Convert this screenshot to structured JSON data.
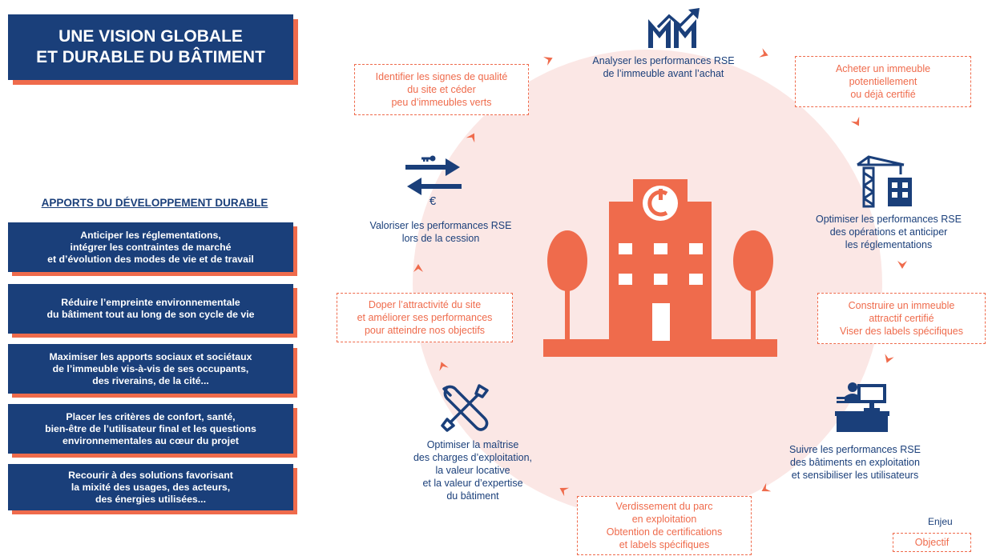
{
  "title": {
    "line1": "UNE VISION GLOBALE",
    "line2": "ET DURABLE DU BÂTIMENT"
  },
  "apports": {
    "heading": "APPORTS DU DÉVELOPPEMENT DURABLE",
    "items": [
      {
        "lines": [
          "Anticiper les réglementations,",
          "intégrer les contraintes de marché",
          "et d’évolution des modes de vie et de travail"
        ]
      },
      {
        "lines": [
          "Réduire l’empreinte environnementale",
          "du bâtiment tout au long de son cycle de vie"
        ]
      },
      {
        "lines": [
          "Maximiser les apports sociaux et sociétaux",
          "de l’immeuble vis-à-vis de ses occupants,",
          "des riverains, de la cité..."
        ]
      },
      {
        "lines": [
          "Placer les critères de confort, santé,",
          "bien-être de l’utilisateur final et les questions",
          "environnementales au cœur du projet"
        ]
      },
      {
        "lines": [
          "Recourir à des solutions favorisant",
          "la mixité des usages, des acteurs,",
          "des énergies utilisées..."
        ]
      }
    ]
  },
  "cycle": {
    "enjeux": [
      {
        "lines": [
          "Analyser les performances RSE",
          "de l’immeuble avant l’achat"
        ]
      },
      {
        "lines": [
          "Optimiser les performances RSE",
          "des opérations et anticiper",
          "les réglementations"
        ]
      },
      {
        "lines": [
          "Suivre les performances RSE",
          "des bâtiments en exploitation",
          "et sensibiliser les utilisateurs"
        ]
      },
      {
        "lines": [
          "Optimiser la maîtrise",
          "des charges d’exploitation,",
          "la valeur locative",
          "et la valeur d’expertise",
          "du bâtiment"
        ]
      },
      {
        "lines": [
          "Valoriser les performances RSE",
          "lors de la cession"
        ]
      }
    ],
    "objectifs": [
      {
        "lines": [
          "Acheter un immeuble",
          "potentiellement",
          "ou déjà certifié"
        ]
      },
      {
        "lines": [
          "Construire un immeuble",
          "attractif certifié",
          "Viser des labels spécifiques"
        ]
      },
      {
        "lines": [
          "Verdissement du parc",
          "en exploitation",
          "Obtention de certifications",
          "et labels spécifiques"
        ]
      },
      {
        "lines": [
          "Doper l’attractivité du site",
          "et améliorer ses performances",
          "pour atteindre nos objectifs"
        ]
      },
      {
        "lines": [
          "Identifier les signes de qualité",
          "du site et céder",
          "peu d’immeubles verts"
        ]
      }
    ],
    "euro_symbol": "€"
  },
  "legend": {
    "enjeu": "Enjeu",
    "objectif": "Objectif"
  },
  "colors": {
    "navy": "#1a3f7a",
    "coral": "#ef6b4c",
    "pink": "#fbe7e5"
  }
}
